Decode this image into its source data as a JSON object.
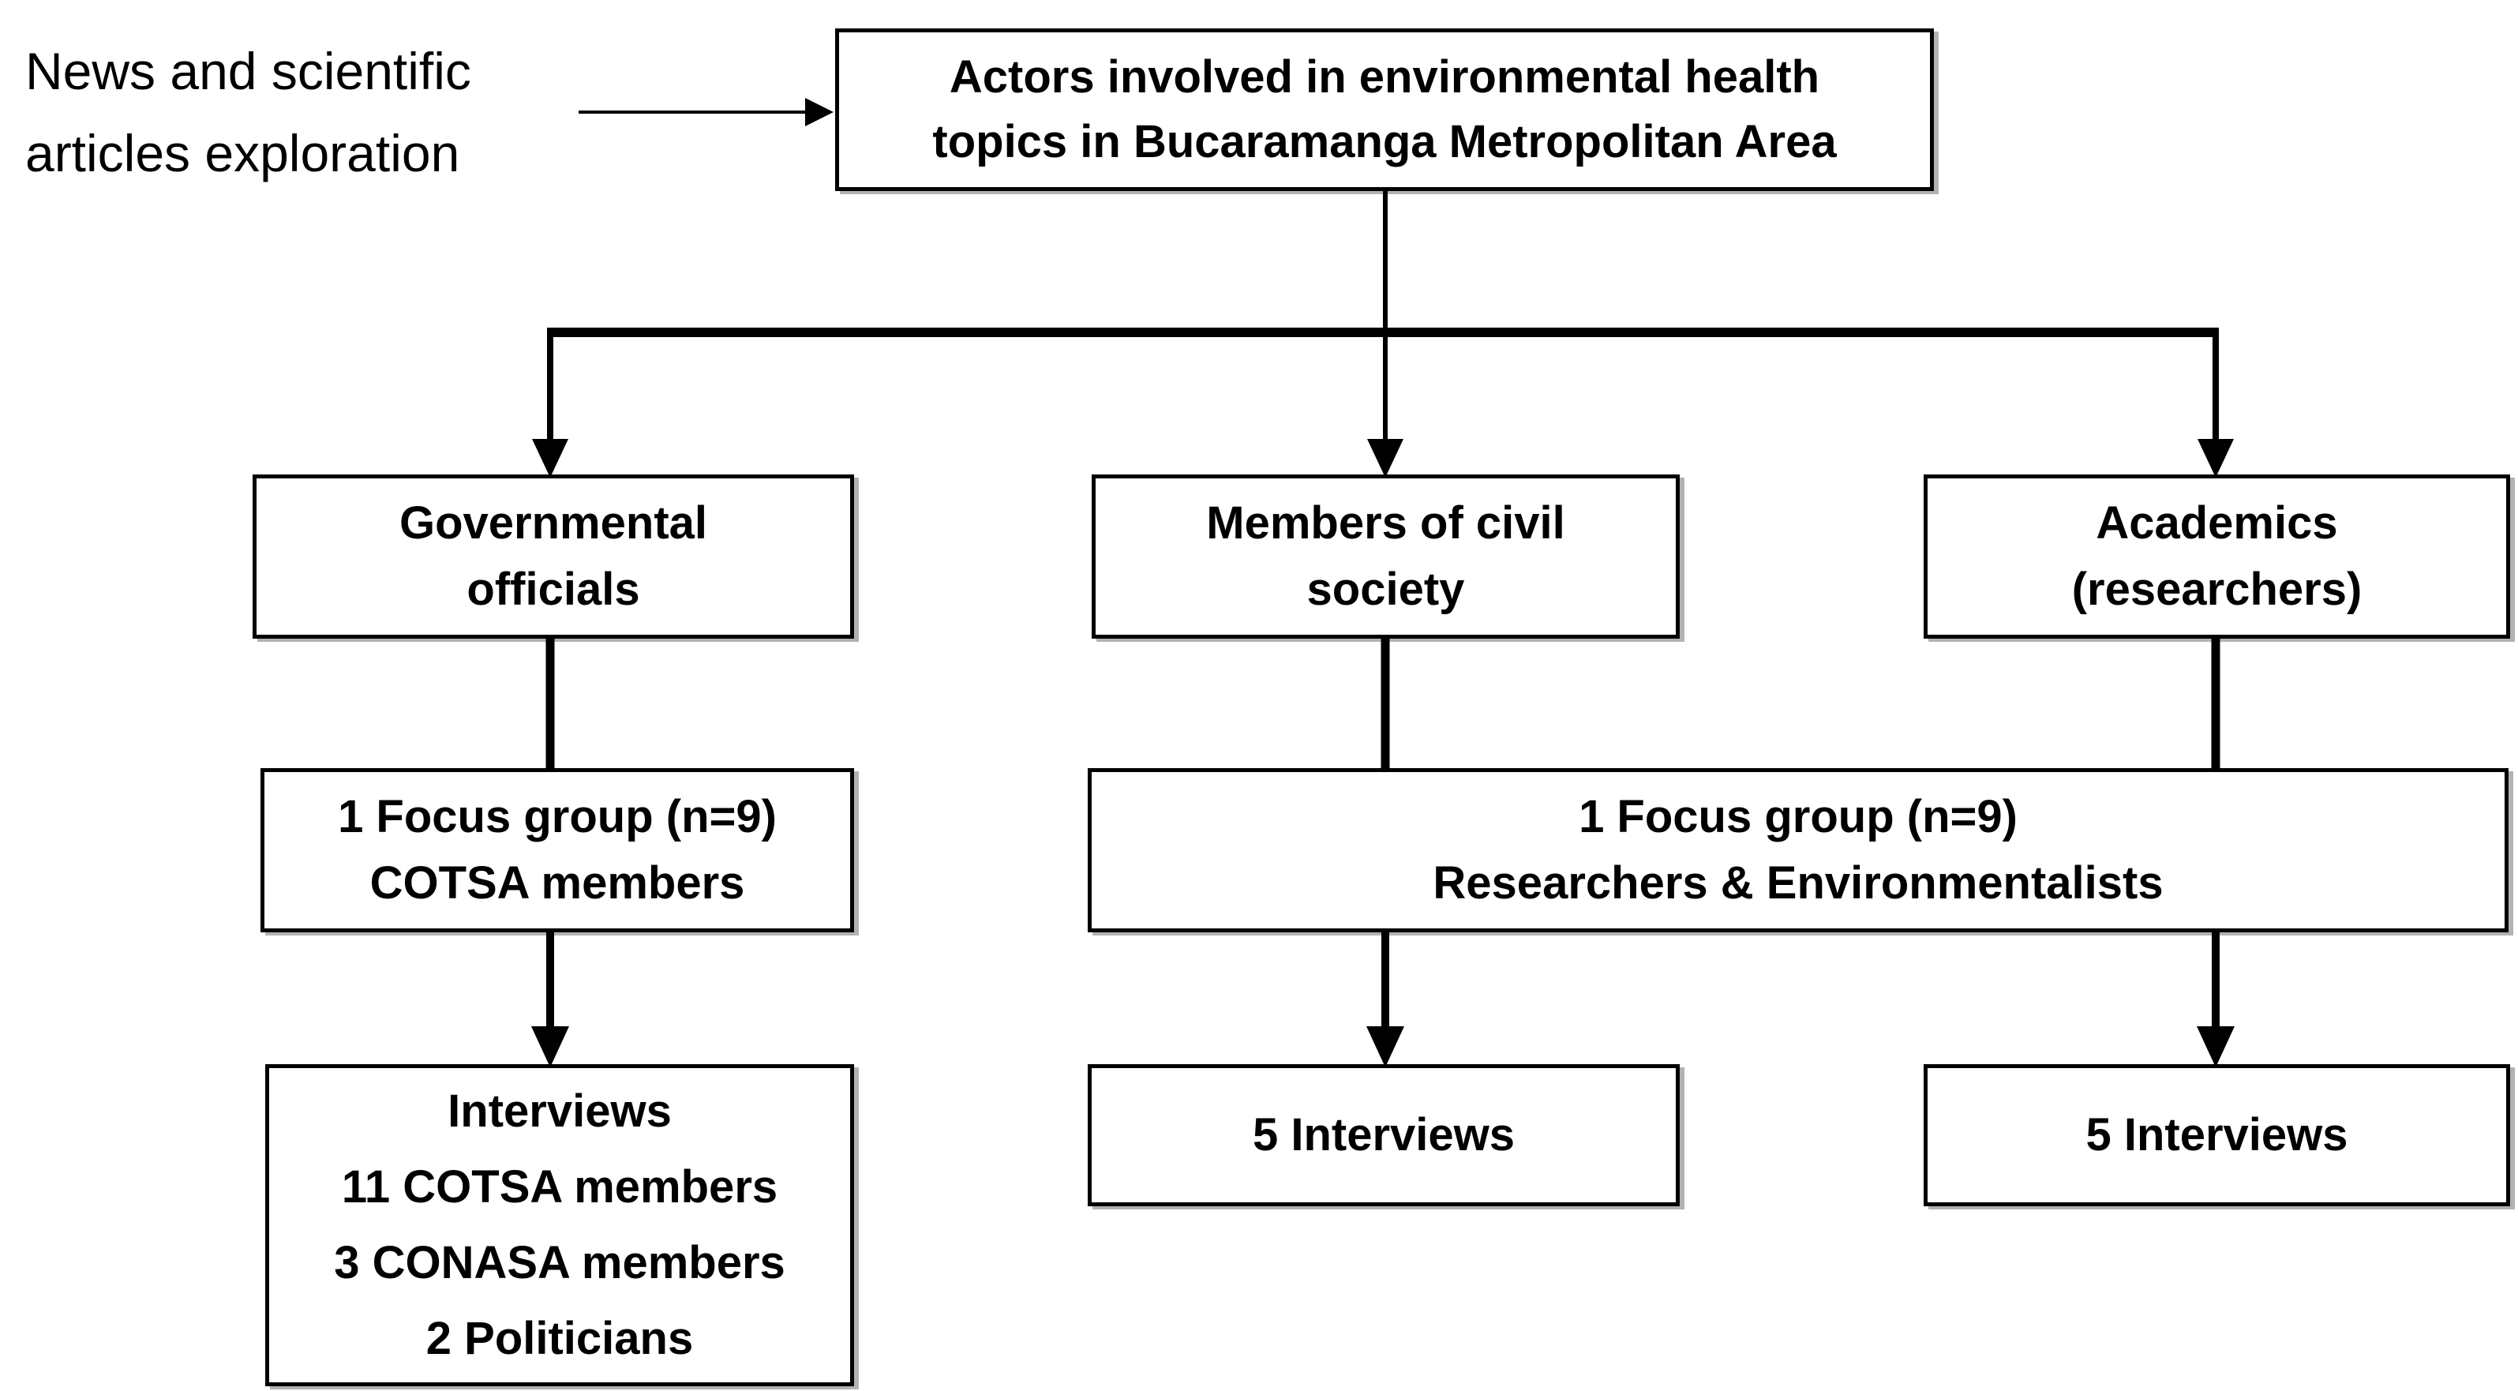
{
  "diagram": {
    "annotation": {
      "line1": "News and scientific",
      "line2": "articles exploration"
    },
    "root": {
      "line1": "Actors involved in environmental health",
      "line2": "topics in Bucaramanga Metropolitan Area"
    },
    "columns": {
      "governmental": {
        "header": {
          "line1": "Governmental",
          "line2": "officials"
        },
        "focus_group": {
          "line1": "1 Focus group (n=9)",
          "line2": "COTSA members"
        },
        "interviews": {
          "line1": "Interviews",
          "line2": "11 COTSA members",
          "line3": "3 CONASA members",
          "line4": "2 Politicians"
        }
      },
      "civil_society": {
        "header": {
          "line1": "Members of civil",
          "line2": "society"
        },
        "interviews": {
          "label": "5 Interviews"
        }
      },
      "academics": {
        "header": {
          "line1": "Academics",
          "line2": "(researchers)"
        },
        "interviews": {
          "label": "5 Interviews"
        }
      },
      "shared_focus_group": {
        "line1": "1 Focus group (n=9)",
        "line2": "Researchers & Environmentalists"
      }
    },
    "colors": {
      "line": "#000000",
      "box_border": "#000000",
      "box_background": "#ffffff",
      "text": "#000000",
      "page_background": "#ffffff"
    }
  }
}
